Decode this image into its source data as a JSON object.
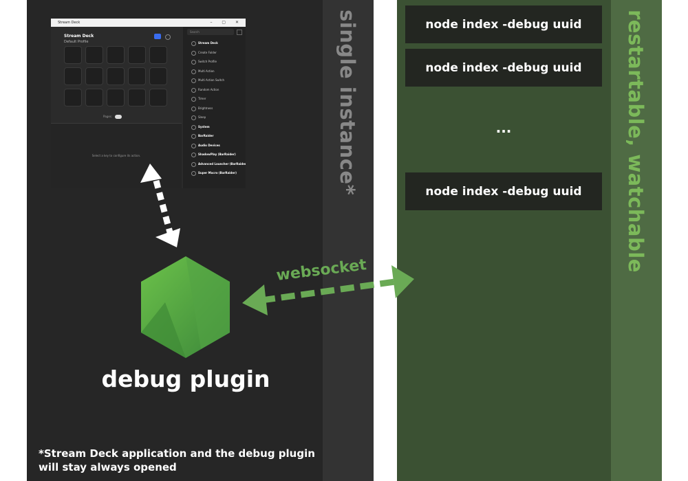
{
  "left_section": {
    "label": "single instance*",
    "plugin_title": "debug plugin",
    "footnote": "*Stream Deck application and the debug plugin will stay always opened"
  },
  "right_section": {
    "label": "restartable, watchable",
    "processes": [
      "node index -debug uuid",
      "node index -debug uuid",
      "node index -debug uuid"
    ],
    "ellipsis": "..."
  },
  "connection": {
    "label": "websocket"
  },
  "stream_deck_window": {
    "title": "Stream Deck",
    "app_name": "Stream Deck",
    "profile": "Default Profile",
    "search_placeholder": "Search",
    "pages_label": "Pages:",
    "page_number": "1",
    "hint": "Select a key to configure its action.",
    "actions": [
      {
        "label": "Stream Deck",
        "group": true
      },
      {
        "label": "Create Folder",
        "group": false
      },
      {
        "label": "Switch Profile",
        "group": false
      },
      {
        "label": "Multi Action",
        "group": false
      },
      {
        "label": "Multi Action Switch",
        "group": false
      },
      {
        "label": "Random Action",
        "group": false
      },
      {
        "label": "Timer",
        "group": false
      },
      {
        "label": "Brightness",
        "group": false
      },
      {
        "label": "Sleep",
        "group": false
      },
      {
        "label": "System",
        "group": true
      },
      {
        "label": "BarRaider",
        "group": true
      },
      {
        "label": "Audio Devices",
        "group": true
      },
      {
        "label": "ShadowPlay (BarRaider)",
        "group": true
      },
      {
        "label": "Advanced Launcher (BarRaider)",
        "group": true
      },
      {
        "label": "Super Macro (BarRaider)",
        "group": true
      }
    ]
  },
  "colors": {
    "left_panel": "#262626",
    "left_band": "#333333",
    "right_panel": "#3b5133",
    "right_band": "#4f6b44",
    "accent_green": "#6aaa55",
    "arrow_white": "#ffffff"
  }
}
